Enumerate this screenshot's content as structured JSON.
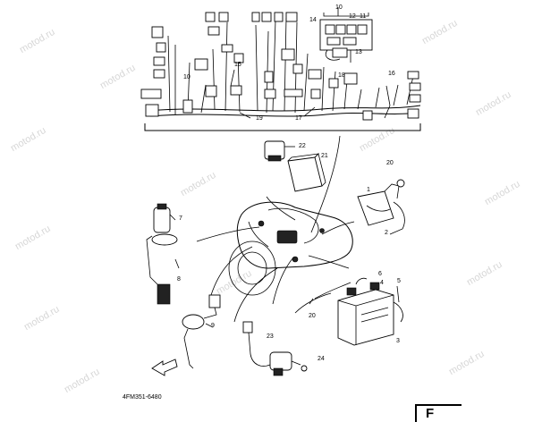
{
  "watermark": "motod.ru",
  "part_code": "4FM351-6480",
  "corner_mark": "F",
  "callouts": [
    "1",
    "2",
    "3",
    "4",
    "5",
    "6",
    "7",
    "8",
    "9",
    "10",
    "11",
    "12",
    "13",
    "14",
    "15",
    "16",
    "17",
    "18",
    "19",
    "20",
    "20",
    "21",
    "22",
    "23",
    "24"
  ]
}
